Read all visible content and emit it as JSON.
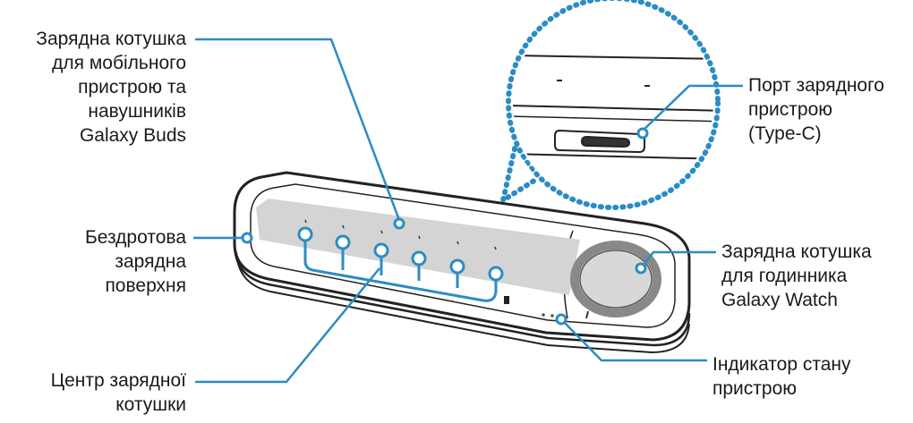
{
  "labels": {
    "buds_coil": [
      "Зарядна котушка",
      "для мобільного",
      "пристрою та",
      "навушників",
      "Galaxy Buds"
    ],
    "wireless_surface": [
      "Бездротова",
      "зарядна",
      "поверхня"
    ],
    "coil_center": [
      "Центр зарядної",
      "котушки"
    ],
    "charger_port": [
      "Порт зарядного",
      "пристрою",
      "(Type-C)"
    ],
    "watch_coil": [
      "Зарядна котушка",
      "для годинника",
      "Galaxy Watch"
    ],
    "status_indicator": [
      "Індикатор стану",
      "пристрою"
    ]
  },
  "colors": {
    "leader": "#2b8cc4",
    "outline": "#222222",
    "pad": "#d4d4d4",
    "text": "#1a1a1a"
  }
}
